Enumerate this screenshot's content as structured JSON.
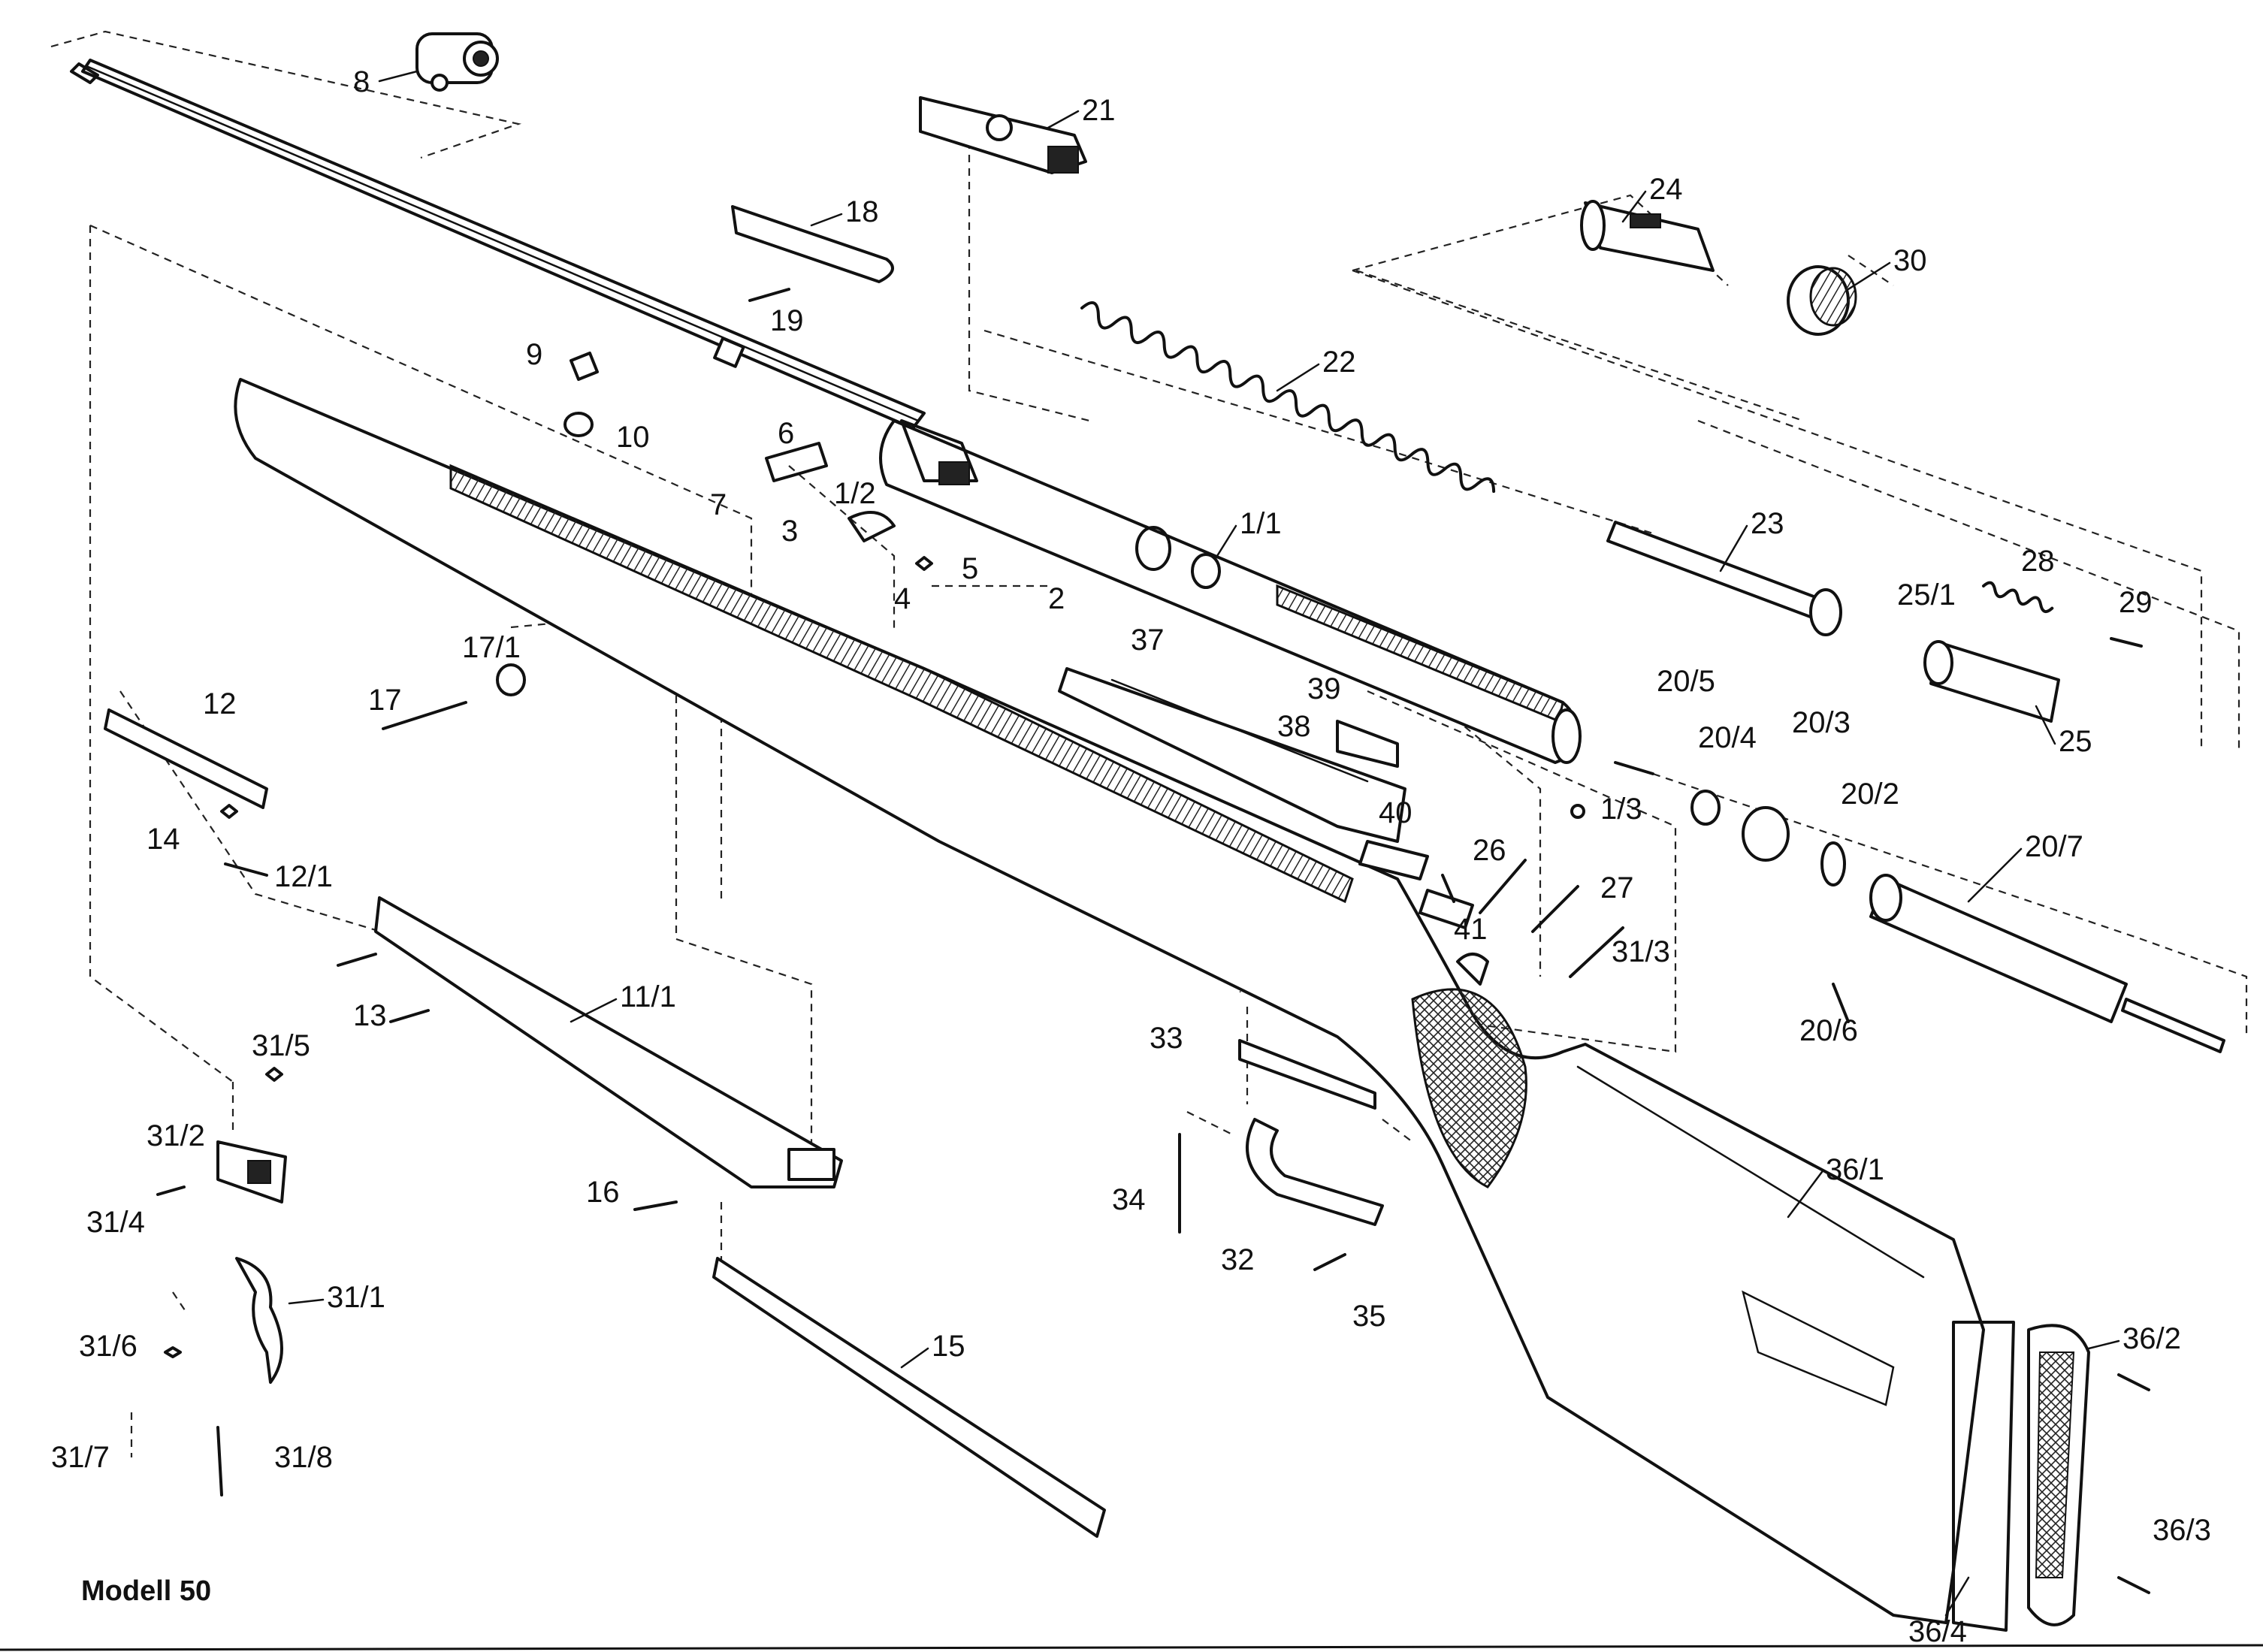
{
  "caption": "Modell 50",
  "parts": [
    "8",
    "21",
    "18",
    "19",
    "9",
    "10",
    "6",
    "7",
    "1/2",
    "3",
    "5",
    "4",
    "2",
    "1/1",
    "24",
    "30",
    "22",
    "23",
    "25/1",
    "28",
    "29",
    "25",
    "37",
    "39",
    "38",
    "40",
    "41",
    "26",
    "27",
    "31/3",
    "20/5",
    "20/4",
    "20/3",
    "20/2",
    "20/7",
    "20/6",
    "1/3",
    "17/1",
    "17",
    "12",
    "14",
    "12/1",
    "13",
    "11/1",
    "31/5",
    "31/2",
    "31/4",
    "16",
    "31/1",
    "31/6",
    "31/7",
    "31/8",
    "15",
    "33",
    "34",
    "32",
    "35",
    "36/1",
    "36/2",
    "36/3",
    "36/4"
  ]
}
